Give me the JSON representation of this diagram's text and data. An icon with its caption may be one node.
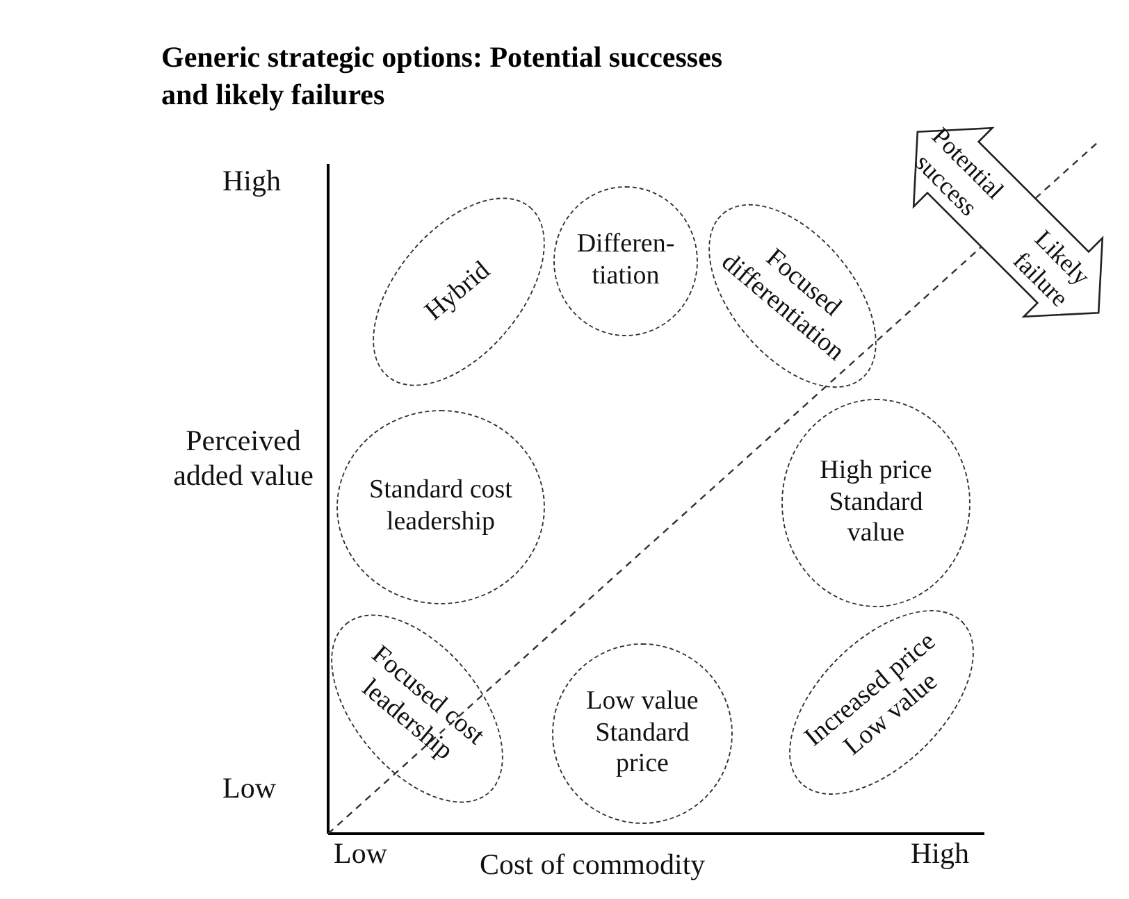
{
  "diagram": {
    "title": "Generic strategic options: Potential successes and likely failures",
    "nodes": [
      {
        "text": [
          "Differen-tiation"
        ]
      },
      {
        "text": [
          "Hybrid"
        ]
      },
      {
        "text": [
          "Focused differentiation"
        ]
      },
      {
        "text": [
          "Standard cost leadership"
        ]
      },
      {
        "text": [
          "High price Standard value"
        ]
      },
      {
        "text": [
          "Focused cost leadership"
        ]
      },
      {
        "text": [
          "Low value Standard price"
        ]
      },
      {
        "text": [
          "Increased price Low value"
        ]
      }
    ],
    "edges": [],
    "labels": [
      "Potential success",
      "Likely failure",
      "High",
      "Perceived added value",
      "Low",
      "Low",
      "Cost of commodity",
      "High"
    ]
  }
}
